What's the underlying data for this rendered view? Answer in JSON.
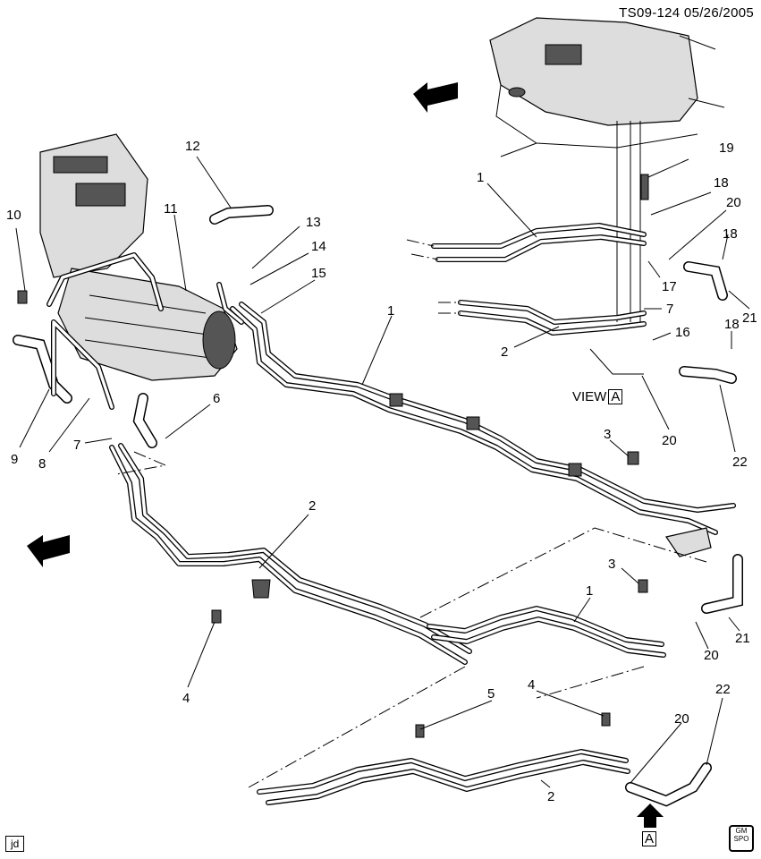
{
  "header": {
    "ref_code": "TS09-124",
    "date": "05/26/2005"
  },
  "view_label": {
    "text": "VIEW",
    "letter": "A"
  },
  "arrow_label": "A",
  "footer": {
    "initials": "jd",
    "logo_text": "GM\nSPO"
  },
  "callouts": [
    {
      "id": "c12",
      "text": "12"
    },
    {
      "id": "c19",
      "text": "19"
    },
    {
      "id": "c1a",
      "text": "1"
    },
    {
      "id": "c18a",
      "text": "18"
    },
    {
      "id": "c20a",
      "text": "20"
    },
    {
      "id": "c18b",
      "text": "18"
    },
    {
      "id": "c10",
      "text": "10"
    },
    {
      "id": "c11",
      "text": "11"
    },
    {
      "id": "c13",
      "text": "13"
    },
    {
      "id": "c14",
      "text": "14"
    },
    {
      "id": "c15",
      "text": "15"
    },
    {
      "id": "c17",
      "text": "17"
    },
    {
      "id": "c21a",
      "text": "21"
    },
    {
      "id": "c7a",
      "text": "7"
    },
    {
      "id": "c1b",
      "text": "1"
    },
    {
      "id": "c2a",
      "text": "2"
    },
    {
      "id": "c16",
      "text": "16"
    },
    {
      "id": "c18c",
      "text": "18"
    },
    {
      "id": "c9",
      "text": "9"
    },
    {
      "id": "c8",
      "text": "8"
    },
    {
      "id": "c6",
      "text": "6"
    },
    {
      "id": "c7b",
      "text": "7"
    },
    {
      "id": "c20b",
      "text": "20"
    },
    {
      "id": "c22a",
      "text": "22"
    },
    {
      "id": "c3a",
      "text": "3"
    },
    {
      "id": "c2b",
      "text": "2"
    },
    {
      "id": "c3b",
      "text": "3"
    },
    {
      "id": "c1c",
      "text": "1"
    },
    {
      "id": "c20c",
      "text": "20"
    },
    {
      "id": "c21b",
      "text": "21"
    },
    {
      "id": "c4a",
      "text": "4"
    },
    {
      "id": "c5",
      "text": "5"
    },
    {
      "id": "c4b",
      "text": "4"
    },
    {
      "id": "c22b",
      "text": "22"
    },
    {
      "id": "c20d",
      "text": "20"
    },
    {
      "id": "c2c",
      "text": "2"
    }
  ]
}
